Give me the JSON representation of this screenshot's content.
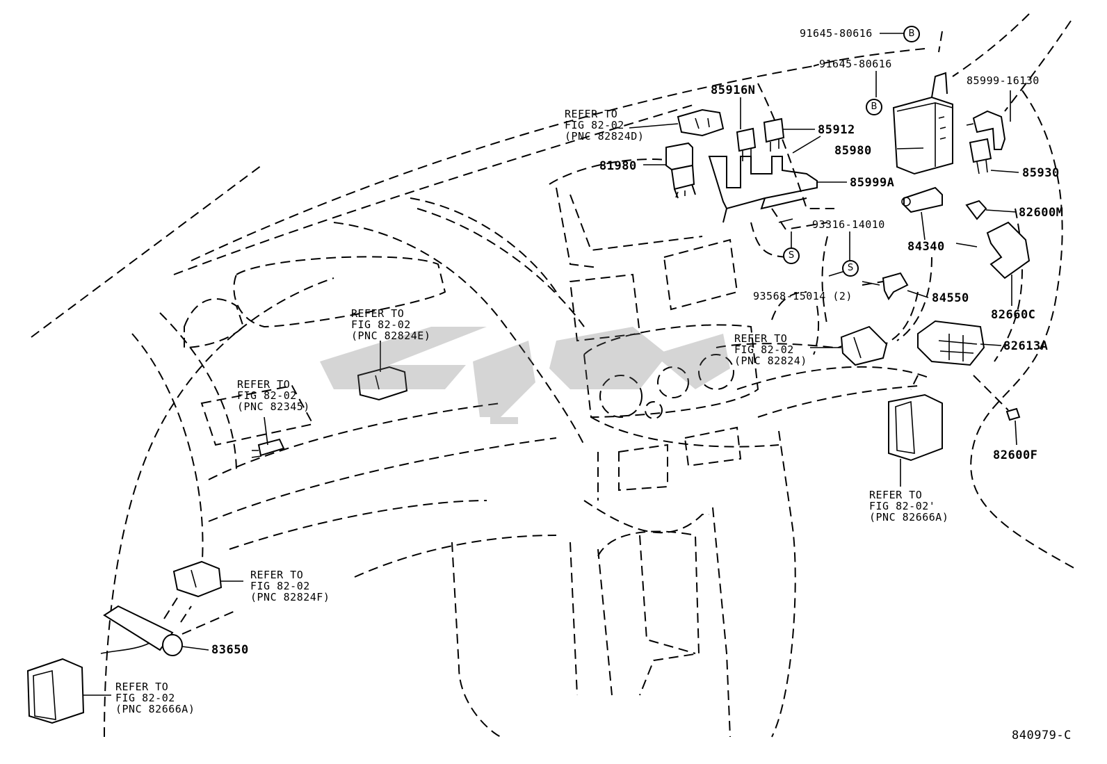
{
  "diagram_id": "840979-C",
  "callouts": {
    "p91645_a": "91645-80616",
    "p91645_b": "91645-80616",
    "p85916N": "85916N",
    "p85912": "85912",
    "p85980": "85980",
    "p85999_16130": "85999-16130",
    "p85930": "85930",
    "p81980": "81980",
    "p85999A": "85999A",
    "p82600M": "82600M",
    "p93316": "93316-14010",
    "p84340": "84340",
    "p93568": "93568-15014 (2)",
    "p84550": "84550",
    "p82660C": "82660C",
    "p82613A": "82613A",
    "p82600F": "82600F",
    "p83650": "83650"
  },
  "circle_markers": {
    "b": "B",
    "s": "S"
  },
  "references": {
    "r1": {
      "l1": "REFER TO",
      "l2": "FIG 82-02",
      "l3": "(PNC 82824D)"
    },
    "r2": {
      "l1": "REFER TO",
      "l2": "FIG 82-02",
      "l3": "(PNC 82824E)"
    },
    "r3": {
      "l1": "REFER TO",
      "l2": "FIG 82-02",
      "l3": "(PNC 82345)"
    },
    "r4": {
      "l1": "REFER TO",
      "l2": "FIG 82-02",
      "l3": "(PNC 82824)"
    },
    "r5": {
      "l1": "REFER TO",
      "l2": "FIG 82-02'",
      "l3": "(PNC 82666A)"
    },
    "r6": {
      "l1": "REFER TO",
      "l2": "FIG 82-02",
      "l3": "(PNC 82824F)"
    },
    "r7": {
      "l1": "REFER TO",
      "l2": "FIG 82-02",
      "l3": "(PNC 82666A)"
    }
  },
  "watermark_color": "#6d6d6d"
}
